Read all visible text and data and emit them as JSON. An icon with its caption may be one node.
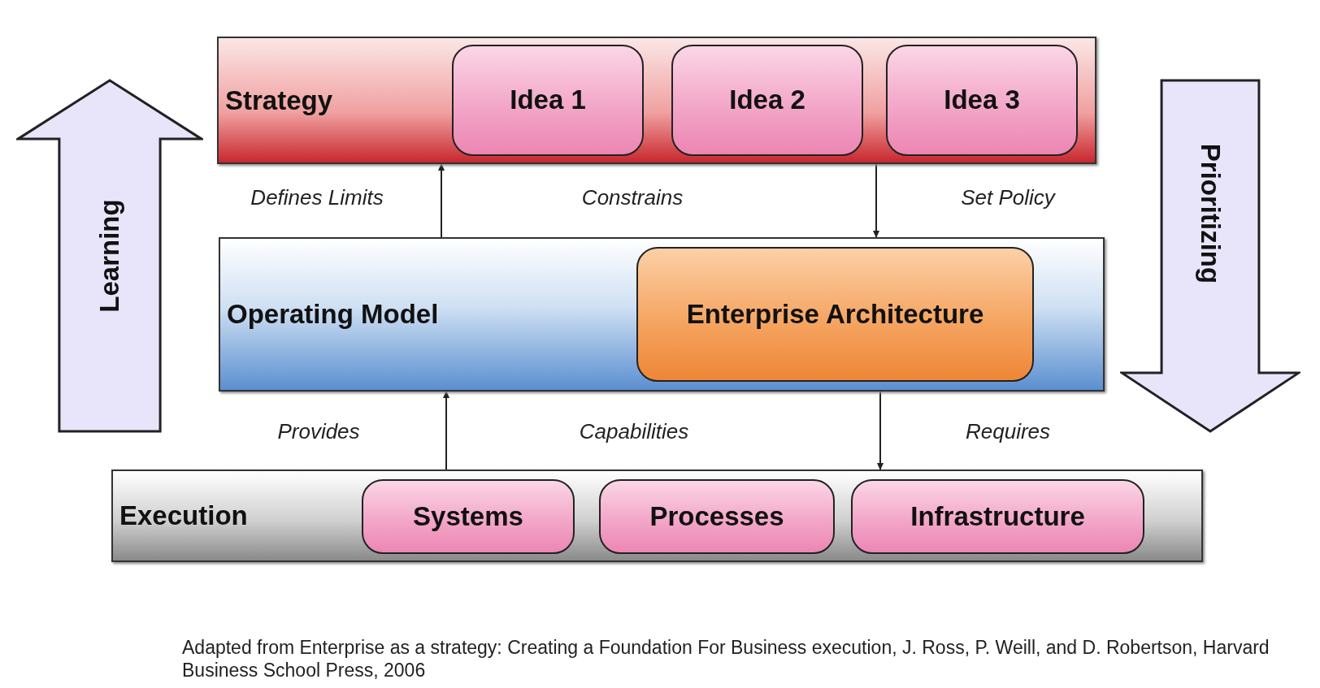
{
  "diagram": {
    "caption": "Adapted from Enterprise as a strategy: Creating a Foundation For Business execution, J. Ross, P. Weill, and D. Robertson, Harvard Business School Press, 2006",
    "nodes": [
      {
        "text": [
          "Strategy"
        ]
      },
      {
        "text": [
          "Idea 1"
        ],
        "in": 0
      },
      {
        "text": [
          "Idea 2"
        ],
        "in": 0
      },
      {
        "text": [
          "Idea 3"
        ],
        "in": 0
      },
      {
        "text": [
          "Operating Model"
        ]
      },
      {
        "text": [
          "Enterprise Architecture"
        ],
        "in": 4
      },
      {
        "text": [
          "Execution"
        ]
      },
      {
        "text": [
          "Systems"
        ],
        "in": 6
      },
      {
        "text": [
          "Processes"
        ],
        "in": 6
      },
      {
        "text": [
          "Infrastructure"
        ],
        "in": 6
      },
      {
        "text": [
          "Learning"
        ]
      },
      {
        "text": [
          "Prioritizing"
        ]
      }
    ],
    "edges": [
      {
        "from": 4,
        "to": 0,
        "arrow": "to"
      },
      {
        "from": 0,
        "to": 4,
        "arrow": "to"
      },
      {
        "from": 6,
        "to": 4,
        "arrow": "to"
      },
      {
        "from": 4,
        "to": 6,
        "arrow": "to"
      }
    ],
    "labels": [
      "Defines Limits",
      "Constrains",
      "Set Policy",
      "Provides",
      "Capabilities",
      "Requires"
    ]
  }
}
